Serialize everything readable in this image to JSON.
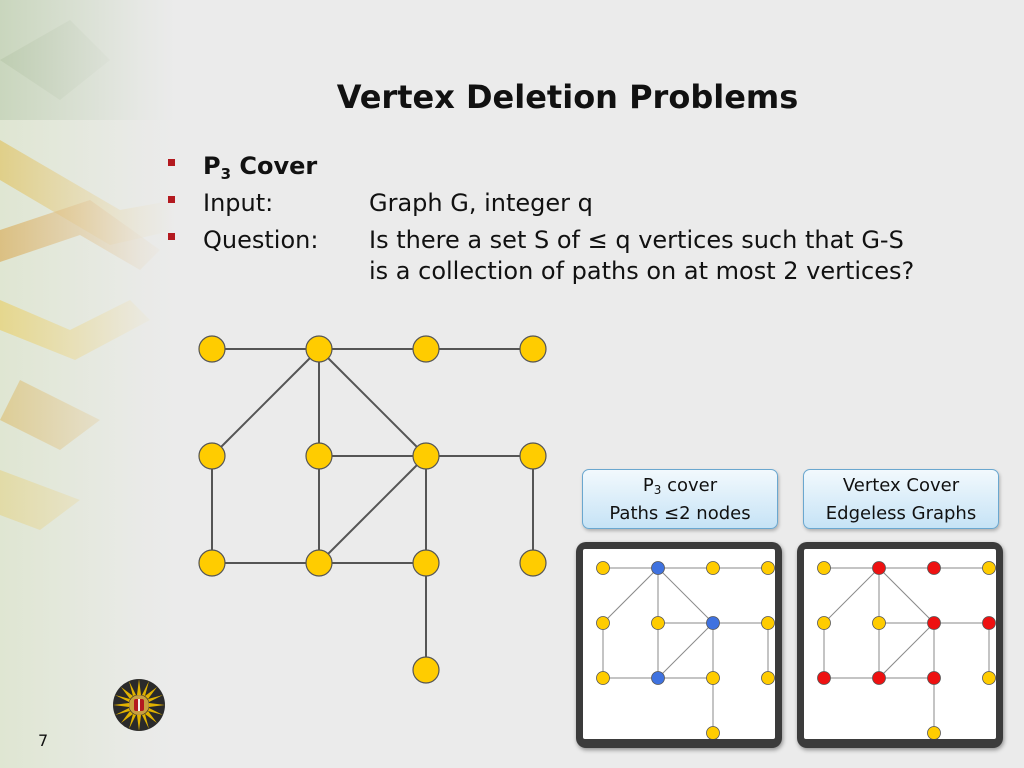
{
  "slide": {
    "title": "Vertex Deletion Problems",
    "page_number": "7"
  },
  "bullets": [
    {
      "label_main": "P",
      "label_sub": "3",
      "label_rest": " Cover",
      "value": "",
      "value_line2": ""
    },
    {
      "label": "Input:",
      "value": "Graph G, integer q",
      "value_line2": ""
    },
    {
      "label": "Question:",
      "value": "Is there a set S of ≤ q vertices such that G-S",
      "value_line2": "is a collection of paths on at most 2 vertices?"
    }
  ],
  "callouts": [
    {
      "line1_main": "P",
      "line1_sub": "3",
      "line1_rest": " cover",
      "line2": "Paths ≤2 nodes"
    },
    {
      "line1": "Vertex Cover",
      "line2": "Edgeless Graphs"
    }
  ],
  "graph": {
    "vertices": [
      "a1",
      "a2",
      "a3",
      "a4",
      "b1",
      "b2",
      "b3",
      "b4",
      "c1",
      "c2",
      "c3",
      "c4",
      "d3"
    ],
    "edges": [
      [
        "a1",
        "a2"
      ],
      [
        "a2",
        "a3"
      ],
      [
        "a3",
        "a4"
      ],
      [
        "a2",
        "b1"
      ],
      [
        "a2",
        "b2"
      ],
      [
        "a2",
        "b3"
      ],
      [
        "b2",
        "b3"
      ],
      [
        "b3",
        "b4"
      ],
      [
        "b1",
        "c1"
      ],
      [
        "b2",
        "c2"
      ],
      [
        "c2",
        "b3"
      ],
      [
        "b3",
        "c3"
      ],
      [
        "c1",
        "c2"
      ],
      [
        "c2",
        "c3"
      ],
      [
        "b4",
        "c4"
      ],
      [
        "c3",
        "d3"
      ]
    ],
    "vertex_color": "#ffcc00",
    "vertex_stroke": "#555555",
    "edge_color": "#555555"
  },
  "thumbnails": [
    {
      "name": "p3-cover-solution",
      "highlight_color": "#3f72e0",
      "highlighted": [
        "a2",
        "b3",
        "c2"
      ]
    },
    {
      "name": "vertex-cover-solution",
      "highlight_color": "#ee1111",
      "highlighted": [
        "a2",
        "a3",
        "b3",
        "b4",
        "c1",
        "c2",
        "c3"
      ]
    }
  ],
  "colors": {
    "bullet": "#b3191f",
    "callout_border": "#6aa7cf"
  }
}
